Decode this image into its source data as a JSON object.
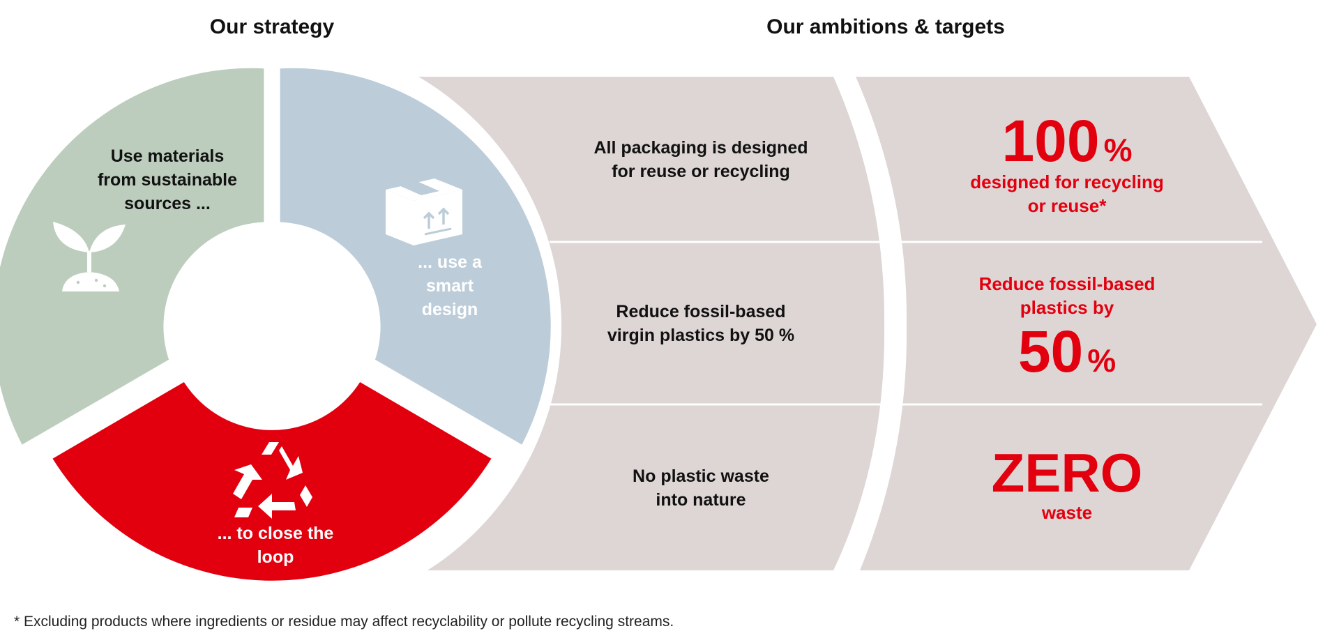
{
  "headings": {
    "strategy": "Our strategy",
    "ambitions": "Our ambitions & targets"
  },
  "strategy": {
    "materials": {
      "lines": [
        "Use materials",
        "from sustainable",
        "sources ..."
      ],
      "icon": "sprout-icon",
      "color": "#bccdbd"
    },
    "design": {
      "lines": [
        "... use a",
        "smart",
        "design"
      ],
      "icon": "package-box-icon",
      "color": "#bccdd9"
    },
    "loop": {
      "lines": [
        "... to close the",
        "loop"
      ],
      "icon": "recycle-icon",
      "color": "#e2000f"
    }
  },
  "ambitions": [
    {
      "lines": [
        "All packaging is designed",
        "for reuse or recycling"
      ]
    },
    {
      "lines": [
        "Reduce fossil-based",
        "virgin plastics by 50 %"
      ]
    },
    {
      "lines": [
        "No plastic waste",
        "into nature"
      ]
    }
  ],
  "targets": [
    {
      "value": "100",
      "unit": "%",
      "lines": [
        "designed for recycling",
        "or reuse*"
      ]
    },
    {
      "pre_lines": [
        "Reduce fossil-based",
        "plastics by"
      ],
      "value": "50",
      "unit": "%"
    },
    {
      "value": "ZERO",
      "lines": [
        "waste"
      ]
    }
  ],
  "footnote": "* Excluding products where ingredients or residue may affect recyclability or pollute recycling streams.",
  "colors": {
    "panel": "#ded6d5",
    "accent": "#e2000f"
  }
}
